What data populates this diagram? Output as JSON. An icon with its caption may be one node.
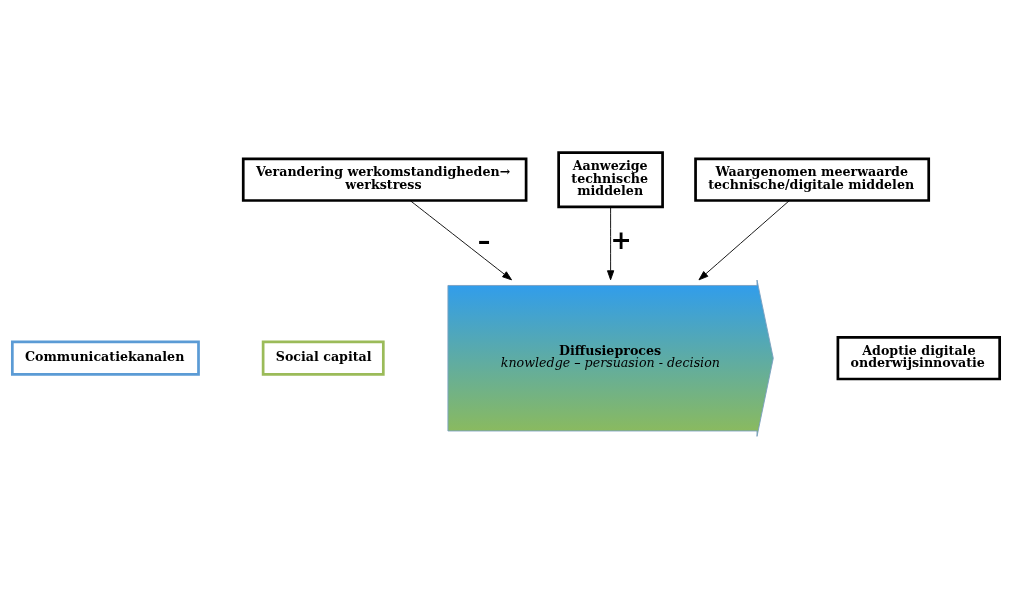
{
  "diagram": {
    "nodes": [
      {
        "text": [
          "Verandering werkomstandigheden→ werkstress"
        ]
      },
      {
        "text": [
          "Communicatiekanalen"
        ]
      },
      {
        "text": [
          "Social capital"
        ]
      },
      {
        "text": [
          "Diffusieproces",
          "knowledge – persuasion - decision"
        ]
      },
      {
        "text": [
          "Adoptie digitale onderwijsinnovatie"
        ]
      },
      {
        "text": [
          "Aanwezige technische middelen"
        ]
      },
      {
        "text": [
          "Waargenomen meerwaarde technische/digitale middelen"
        ]
      }
    ],
    "edges": [
      {
        "from": 0,
        "to": 3,
        "arrow": "to",
        "label": "–"
      },
      {
        "from": 5,
        "to": 3,
        "arrow": "to",
        "label": "+"
      },
      {
        "from": 6,
        "to": 3,
        "arrow": "to"
      }
    ]
  }
}
